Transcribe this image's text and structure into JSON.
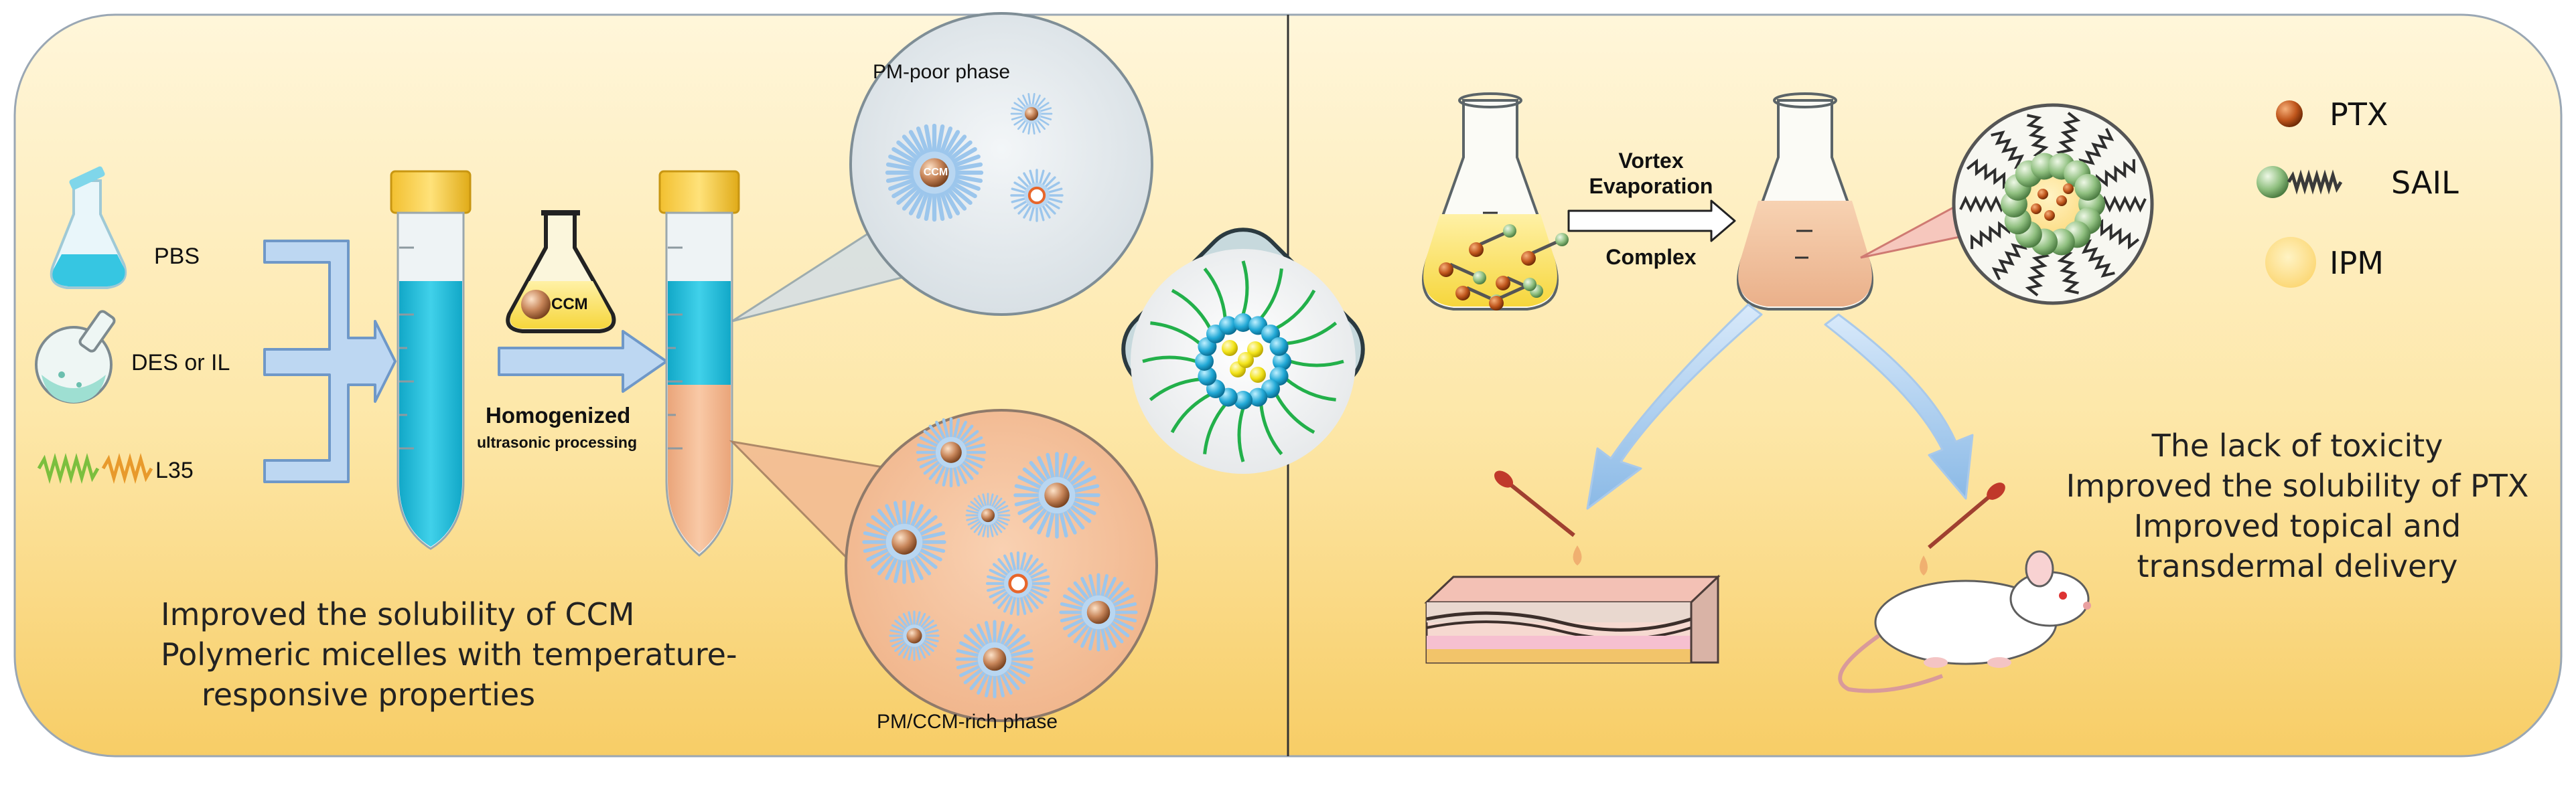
{
  "left_panel": {
    "inputs": [
      {
        "label": "PBS",
        "icon": "flask-icon"
      },
      {
        "label": "DES or IL",
        "icon": "round-flask-icon"
      },
      {
        "label": "L35",
        "icon": "polymer-chain-icon"
      }
    ],
    "ccm_flask_label": "CCM",
    "ccm_sphere_label": "CCM",
    "process_line1": "Homogenized",
    "process_line2": "ultrasonic processing",
    "top_phase_label": "PM-poor phase",
    "bottom_phase_label": "PM/CCM-rich phase",
    "summary_lines": [
      "Improved the solubility of CCM",
      "Polymeric micelles with temperature-",
      "responsive properties"
    ]
  },
  "right_panel": {
    "arrow_top_label_line1": "Vortex",
    "arrow_top_label_line2": "Evaporation",
    "arrow_bottom_label": "Complex",
    "legend": [
      {
        "label": "PTX",
        "icon": "ptx-particle-icon",
        "color": "#c0561c"
      },
      {
        "label": "SAIL",
        "icon": "sail-molecule-icon",
        "color": "#8fbf7f"
      },
      {
        "label": "IPM",
        "icon": "ipm-droplet-icon",
        "color": "#ffe08a"
      }
    ],
    "summary_lines": [
      "The lack of toxicity",
      "Improved the solubility of PTX",
      "Improved topical and",
      "transdermal delivery"
    ]
  },
  "colors": {
    "panel_top": "#fff4d4",
    "panel_bottom": "#f8cf6a",
    "arrow_fill": "#bdd7f2",
    "arrow_stroke": "#6f98c8",
    "cyan_liquid": "#1fbad6",
    "peach_phase": "#f4b98f",
    "micelle_corona": "#9cc6ec",
    "divider": "#333333"
  }
}
